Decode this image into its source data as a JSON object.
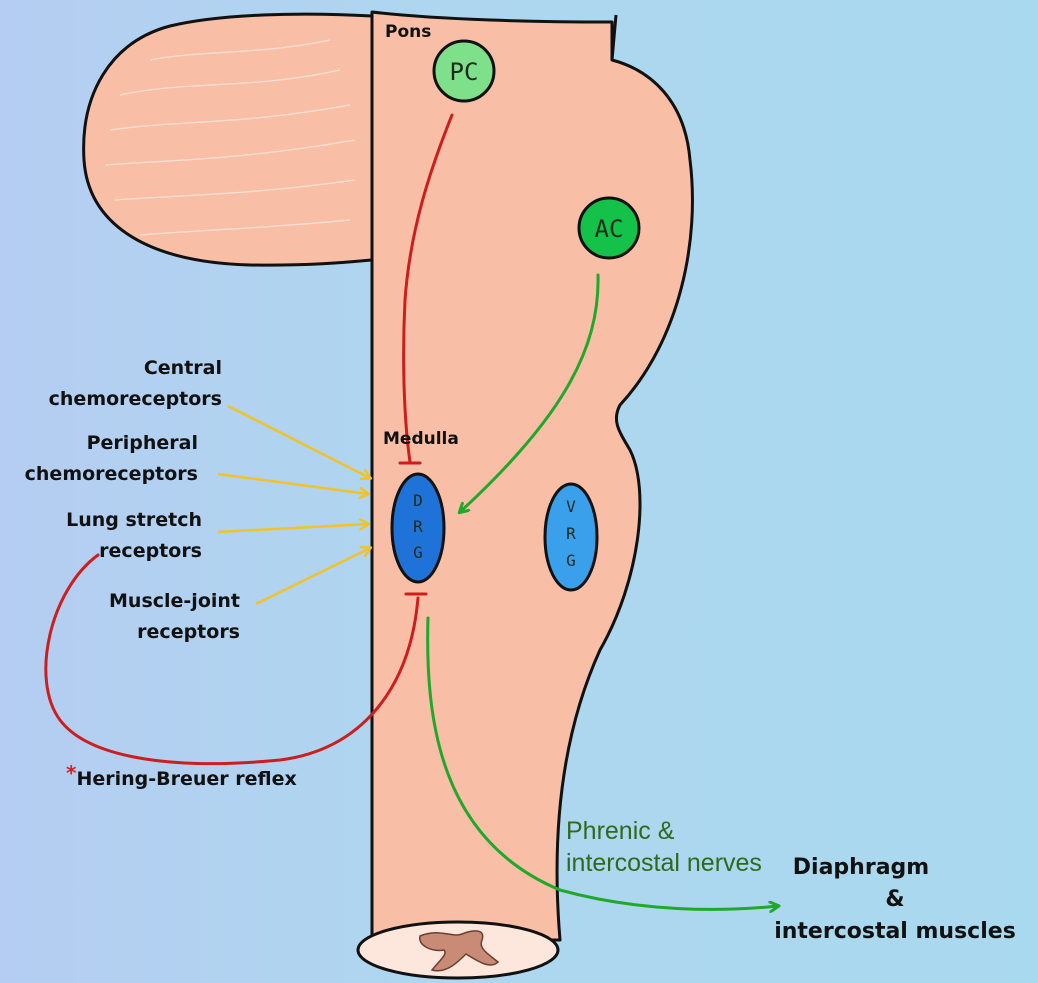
{
  "labels": {
    "pons": "Pons",
    "medulla": "Medulla",
    "pc": "PC",
    "ac": "AC",
    "drg": [
      "D",
      "R",
      "G"
    ],
    "vrg": [
      "V",
      "R",
      "G"
    ]
  },
  "inputs": {
    "central_line1": "Central",
    "central_line2": "chemoreceptors",
    "peripheral_line1": "Peripheral",
    "peripheral_line2": "chemoreceptors",
    "lung_line1": "Lung stretch",
    "lung_line2": "receptors",
    "muscle_line1": "Muscle-joint",
    "muscle_line2": "receptors"
  },
  "reflex": {
    "asterisk": "*",
    "label": "Hering-Breuer reflex"
  },
  "output": {
    "nerves_line1": "Phrenic &",
    "nerves_line2": "intercostal nerves",
    "target_line1": "Diaphragm",
    "target_line2": "&",
    "target_line3": "intercostal muscles"
  },
  "colors": {
    "brainstem": "#f8bfa6",
    "pc_node": "#7ee08a",
    "ac_node": "#14c24a",
    "drg_node": "#1f72d8",
    "vrg_node": "#3aa0ec",
    "inhibit": "#cc1e1e",
    "excite": "#1fa82a",
    "sensory": "#f2c22a",
    "nerves_text": "#2e6a1e"
  }
}
